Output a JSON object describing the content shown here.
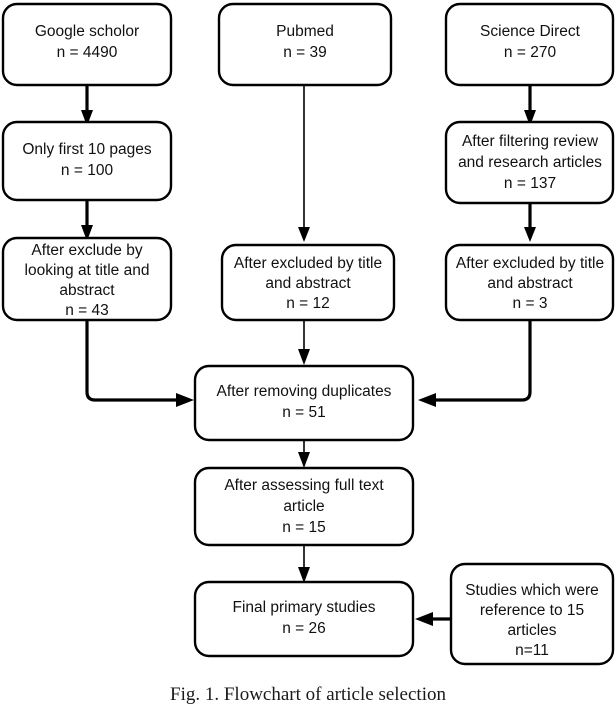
{
  "figure": {
    "caption": "Fig. 1. Flowchart of article selection",
    "background_color": "#ffffff",
    "line_color": "#000000",
    "text_color": "#111111"
  },
  "diagram": {
    "type": "flowchart",
    "title": "Flowchart of article selection",
    "nodes": [
      {
        "id": "google-scholar",
        "lines": [
          "Google scholor",
          "n = 4490"
        ],
        "line1": "Google scholor",
        "line2": "n = 4490",
        "line3": "",
        "line4": ""
      },
      {
        "id": "pubmed",
        "lines": [
          "Pubmed",
          "n = 39"
        ],
        "line1": "Pubmed",
        "line2": "n = 39",
        "line3": "",
        "line4": ""
      },
      {
        "id": "science-direct",
        "lines": [
          "Science Direct",
          "n =  270"
        ],
        "line1": "Science Direct",
        "line2": "n =  270",
        "line3": "",
        "line4": ""
      },
      {
        "id": "only-first-10-pages",
        "lines": [
          "Only first 10 pages",
          "n = 100"
        ],
        "line1": "Only first 10 pages",
        "line2": "n = 100",
        "line3": "",
        "line4": ""
      },
      {
        "id": "after-filtering-review",
        "lines": [
          "After filtering review",
          "and research articles",
          "n =  137"
        ],
        "line1": "After filtering review",
        "line2": "and research articles",
        "line3": "n =  137",
        "line4": ""
      },
      {
        "id": "after-exclude-title-abstract-left",
        "lines": [
          "After exclude by",
          "looking at title and",
          "abstract",
          "n = 43"
        ],
        "line1": "After exclude by",
        "line2": "looking at title and",
        "line3": "abstract",
        "line4": "n = 43"
      },
      {
        "id": "after-excluded-title-abstract-middle",
        "lines": [
          "After excluded by title",
          "and abstract",
          "n = 12"
        ],
        "line1": "After excluded by title",
        "line2": "and abstract",
        "line3": "n = 12",
        "line4": ""
      },
      {
        "id": "after-excluded-title-abstract-right",
        "lines": [
          "After excluded by title",
          "and abstract",
          "n =  3"
        ],
        "line1": "After excluded by title",
        "line2": "and abstract",
        "line3": "n =  3",
        "line4": ""
      },
      {
        "id": "after-removing-duplicates",
        "lines": [
          "After removing duplicates",
          "n = 51"
        ],
        "line1": "After removing duplicates",
        "line2": "n = 51",
        "line3": "",
        "line4": ""
      },
      {
        "id": "after-assessing-full-text",
        "lines": [
          "After assessing full text",
          "article",
          "n = 15"
        ],
        "line1": "After assessing full text",
        "line2": "article",
        "line3": "n = 15",
        "line4": ""
      },
      {
        "id": "final-primary-studies",
        "lines": [
          "Final primary studies",
          "n = 26"
        ],
        "line1": "Final primary studies",
        "line2": "n = 26",
        "line3": "",
        "line4": ""
      },
      {
        "id": "studies-which-were-reference",
        "lines": [
          "Studies which were",
          "reference to 15",
          "articles",
          "n=11"
        ],
        "line1": "Studies which were",
        "line2": "reference to 15",
        "line3": "articles",
        "line4": "n=11"
      }
    ],
    "edges": [
      {
        "from": "google-scholar",
        "to": "only-first-10-pages"
      },
      {
        "from": "only-first-10-pages",
        "to": "after-exclude-title-abstract-left"
      },
      {
        "from": "pubmed",
        "to": "after-excluded-title-abstract-middle"
      },
      {
        "from": "science-direct",
        "to": "after-filtering-review"
      },
      {
        "from": "after-filtering-review",
        "to": "after-excluded-title-abstract-right"
      },
      {
        "from": "after-exclude-title-abstract-left",
        "to": "after-removing-duplicates"
      },
      {
        "from": "after-excluded-title-abstract-middle",
        "to": "after-removing-duplicates"
      },
      {
        "from": "after-excluded-title-abstract-right",
        "to": "after-removing-duplicates"
      },
      {
        "from": "after-removing-duplicates",
        "to": "after-assessing-full-text"
      },
      {
        "from": "after-assessing-full-text",
        "to": "final-primary-studies"
      },
      {
        "from": "studies-which-were-reference",
        "to": "final-primary-studies"
      }
    ]
  }
}
